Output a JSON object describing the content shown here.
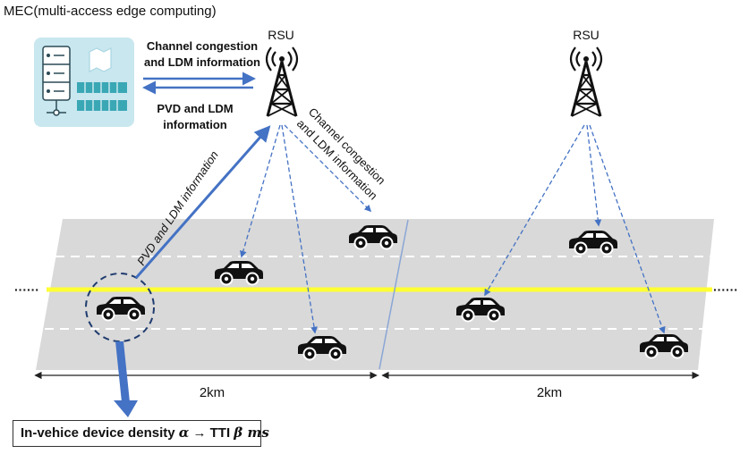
{
  "title": "MEC(multi-access edge computing)",
  "rsu": {
    "left_label": "RSU",
    "right_label": "RSU"
  },
  "links": {
    "mec_top_line1": "Channel congestion",
    "mec_top_line2": "and LDM information",
    "mec_bottom_line1": "PVD and LDM",
    "mec_bottom_line2": "information",
    "uplink_diag": "PVD and LDM information",
    "down_diag_line1": "Channel congestion",
    "down_diag_line2": "and LDM information"
  },
  "road": {
    "ellipsis_left": "······",
    "ellipsis_right": "······"
  },
  "distances": {
    "left": "2km",
    "right": "2km"
  },
  "caption": {
    "prefix": "In-vehice device density ",
    "alpha": "α",
    "arrow": " → TTI ",
    "beta": "β",
    "unit": " ms"
  },
  "colors": {
    "accent": "#4472C4",
    "road": "#d9d9d9",
    "center_line": "#ffff33",
    "mec_panel": "#c9e7ef"
  }
}
